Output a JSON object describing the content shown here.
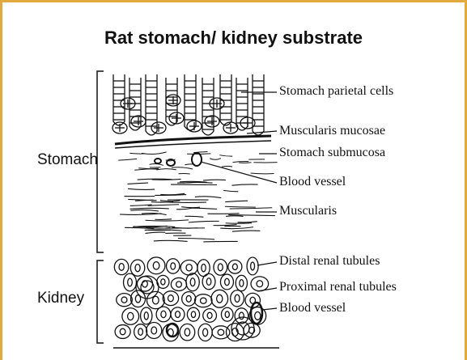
{
  "title": "Rat stomach/ kidney substrate",
  "regions": {
    "stomach": "Stomach",
    "kidney": "Kidney"
  },
  "callouts": {
    "parietal": "Stomach parietal cells",
    "mucosae": "Muscularis mucosae",
    "submucosa": "Stomach submucosa",
    "vessel_stomach": "Blood vessel",
    "muscularis": "Muscularis",
    "distal": "Distal renal tubules",
    "proximal": "Proximal renal tubules",
    "vessel_kidney": "Blood vessel"
  },
  "colors": {
    "frame_border": "#e2a93d",
    "ink": "#111111"
  }
}
